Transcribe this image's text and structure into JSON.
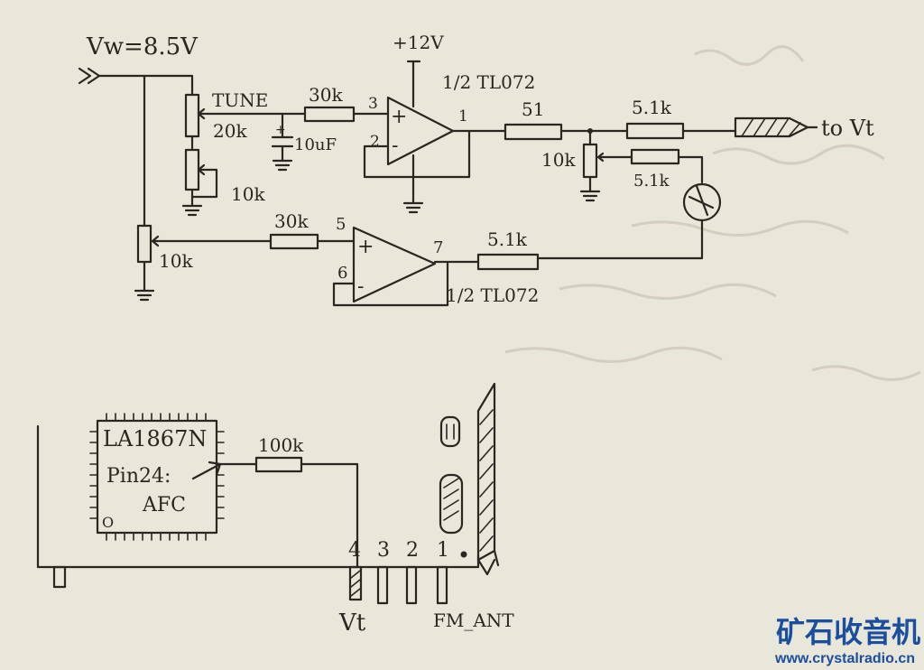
{
  "schematic": {
    "supply_vw": "Vw=8.5V",
    "supply_12v": "+12V",
    "opamp_top": "1/2 TL072",
    "opamp_bottom": "1/2 TL072",
    "tune_label": "TUNE",
    "tune_pot": "20k",
    "trim_pot": "10k",
    "cap_value": "10uF",
    "r_30k_top": "30k",
    "r_51": "51",
    "r_5k1_out": "5.1k",
    "pot_10k_mid": "10k",
    "r_5k1_meter": "5.1k",
    "output_label": "to Vt",
    "pot_10k_left": "10k",
    "r_30k_bottom": "30k",
    "r_5k1_bottom": "5.1k",
    "pin_3": "3",
    "pin_2": "2",
    "pin_1": "1",
    "pin_5": "5",
    "pin_6": "6",
    "pin_7": "7",
    "plus": "+",
    "minus": "-"
  },
  "module": {
    "chip_name": "LA1867N",
    "chip_pin": "Pin24:",
    "chip_func": "AFC",
    "chip_dot": "O",
    "r_100k": "100k",
    "pin_4": "4",
    "pin_3": "3",
    "pin_2": "2",
    "pin_1": "1",
    "label_vt": "Vt",
    "label_ant": "FM_ANT"
  },
  "watermark": {
    "site_cn": "矿石收音机",
    "site_url": "www.crystalradio.cn"
  },
  "colors": {
    "paper": "#e9e6da",
    "ink": "#2b2620",
    "logo": "#1a4fa0"
  }
}
